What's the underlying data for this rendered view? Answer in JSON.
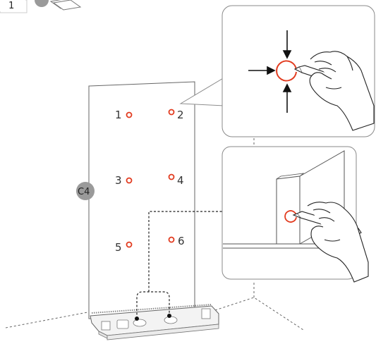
{
  "step": {
    "number": "1"
  },
  "panel": {
    "label": "C4",
    "holes": [
      {
        "id": "hole-1",
        "label": "1"
      },
      {
        "id": "hole-2",
        "label": "2"
      },
      {
        "id": "hole-3",
        "label": "3"
      },
      {
        "id": "hole-4",
        "label": "4"
      },
      {
        "id": "hole-5",
        "label": "5"
      },
      {
        "id": "hole-6",
        "label": "6"
      }
    ]
  },
  "colors": {
    "mark": "#e23b1f",
    "badge": "#9a9a9a",
    "line": "#555555",
    "callout_border": "#8a8a8a"
  },
  "icons": {
    "pencil_hand": "hand-with-pencil-icon",
    "arrow": "arrow-icon"
  }
}
